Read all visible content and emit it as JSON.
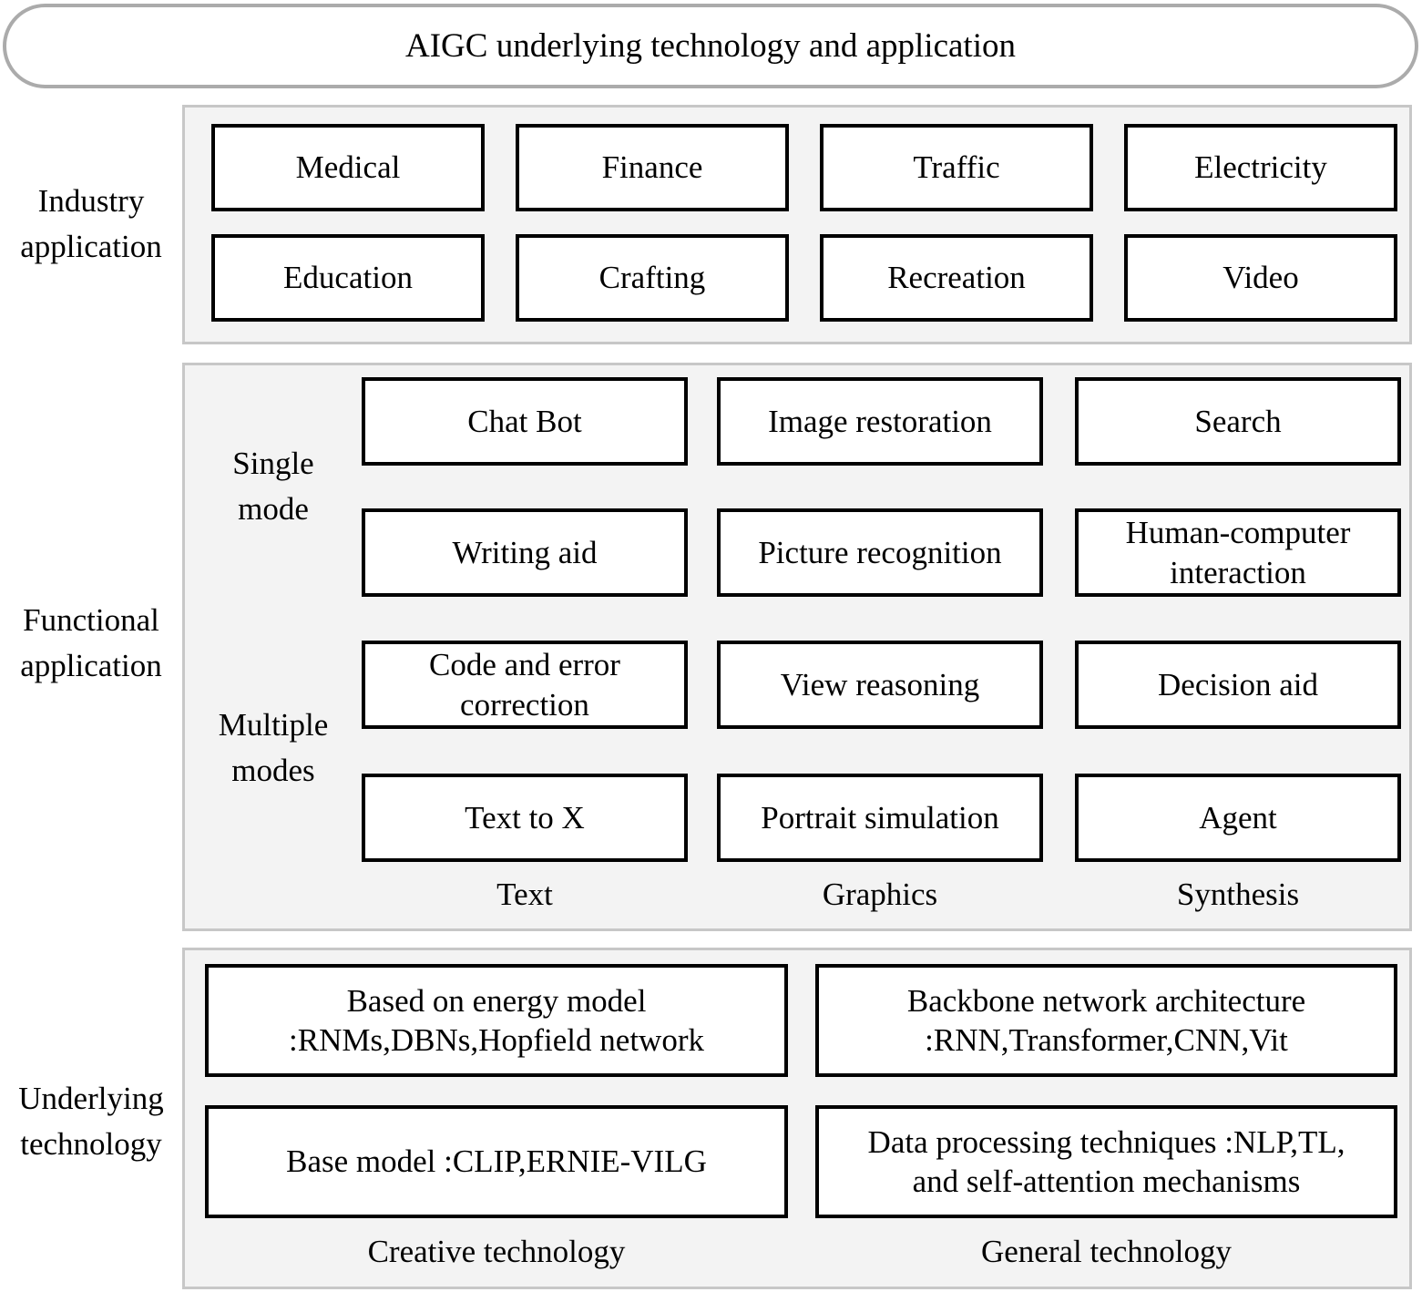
{
  "title": "AIGC underlying technology and application",
  "sections": {
    "industry": {
      "label": "Industry\napplication",
      "boxes": [
        "Medical",
        "Finance",
        "Traffic",
        "Electricity",
        "Education",
        "Crafting",
        "Recreation",
        "Video"
      ]
    },
    "functional": {
      "label": "Functional\napplication",
      "modes": [
        "Single\nmode",
        "Multiple\nmodes"
      ],
      "boxes": [
        "Chat Bot",
        "Image restoration",
        "Search",
        "Writing aid",
        "Picture recognition",
        "Human-computer\ninteraction",
        "Code and error\ncorrection",
        "View reasoning",
        "Decision aid",
        "Text to X",
        "Portrait simulation",
        "Agent"
      ],
      "columns": [
        "Text",
        "Graphics",
        "Synthesis"
      ]
    },
    "underlying": {
      "label": "Underlying\ntechnology",
      "boxes": [
        "Based on energy model\n:RNMs,DBNs,Hopfield network",
        "Backbone network architecture\n:RNN,Transformer,CNN,Vit",
        "Base model :CLIP,ERNIE-VILG",
        "Data processing techniques :NLP,TL,\nand self-attention mechanisms"
      ],
      "columns": [
        "Creative technology",
        "General technology"
      ]
    }
  },
  "colors": {
    "background": "#ffffff",
    "panel_fill": "#f3f3f3",
    "panel_border": "#c7c7c7",
    "title_border": "#ababab",
    "box_border": "#000000",
    "text": "#000000"
  }
}
